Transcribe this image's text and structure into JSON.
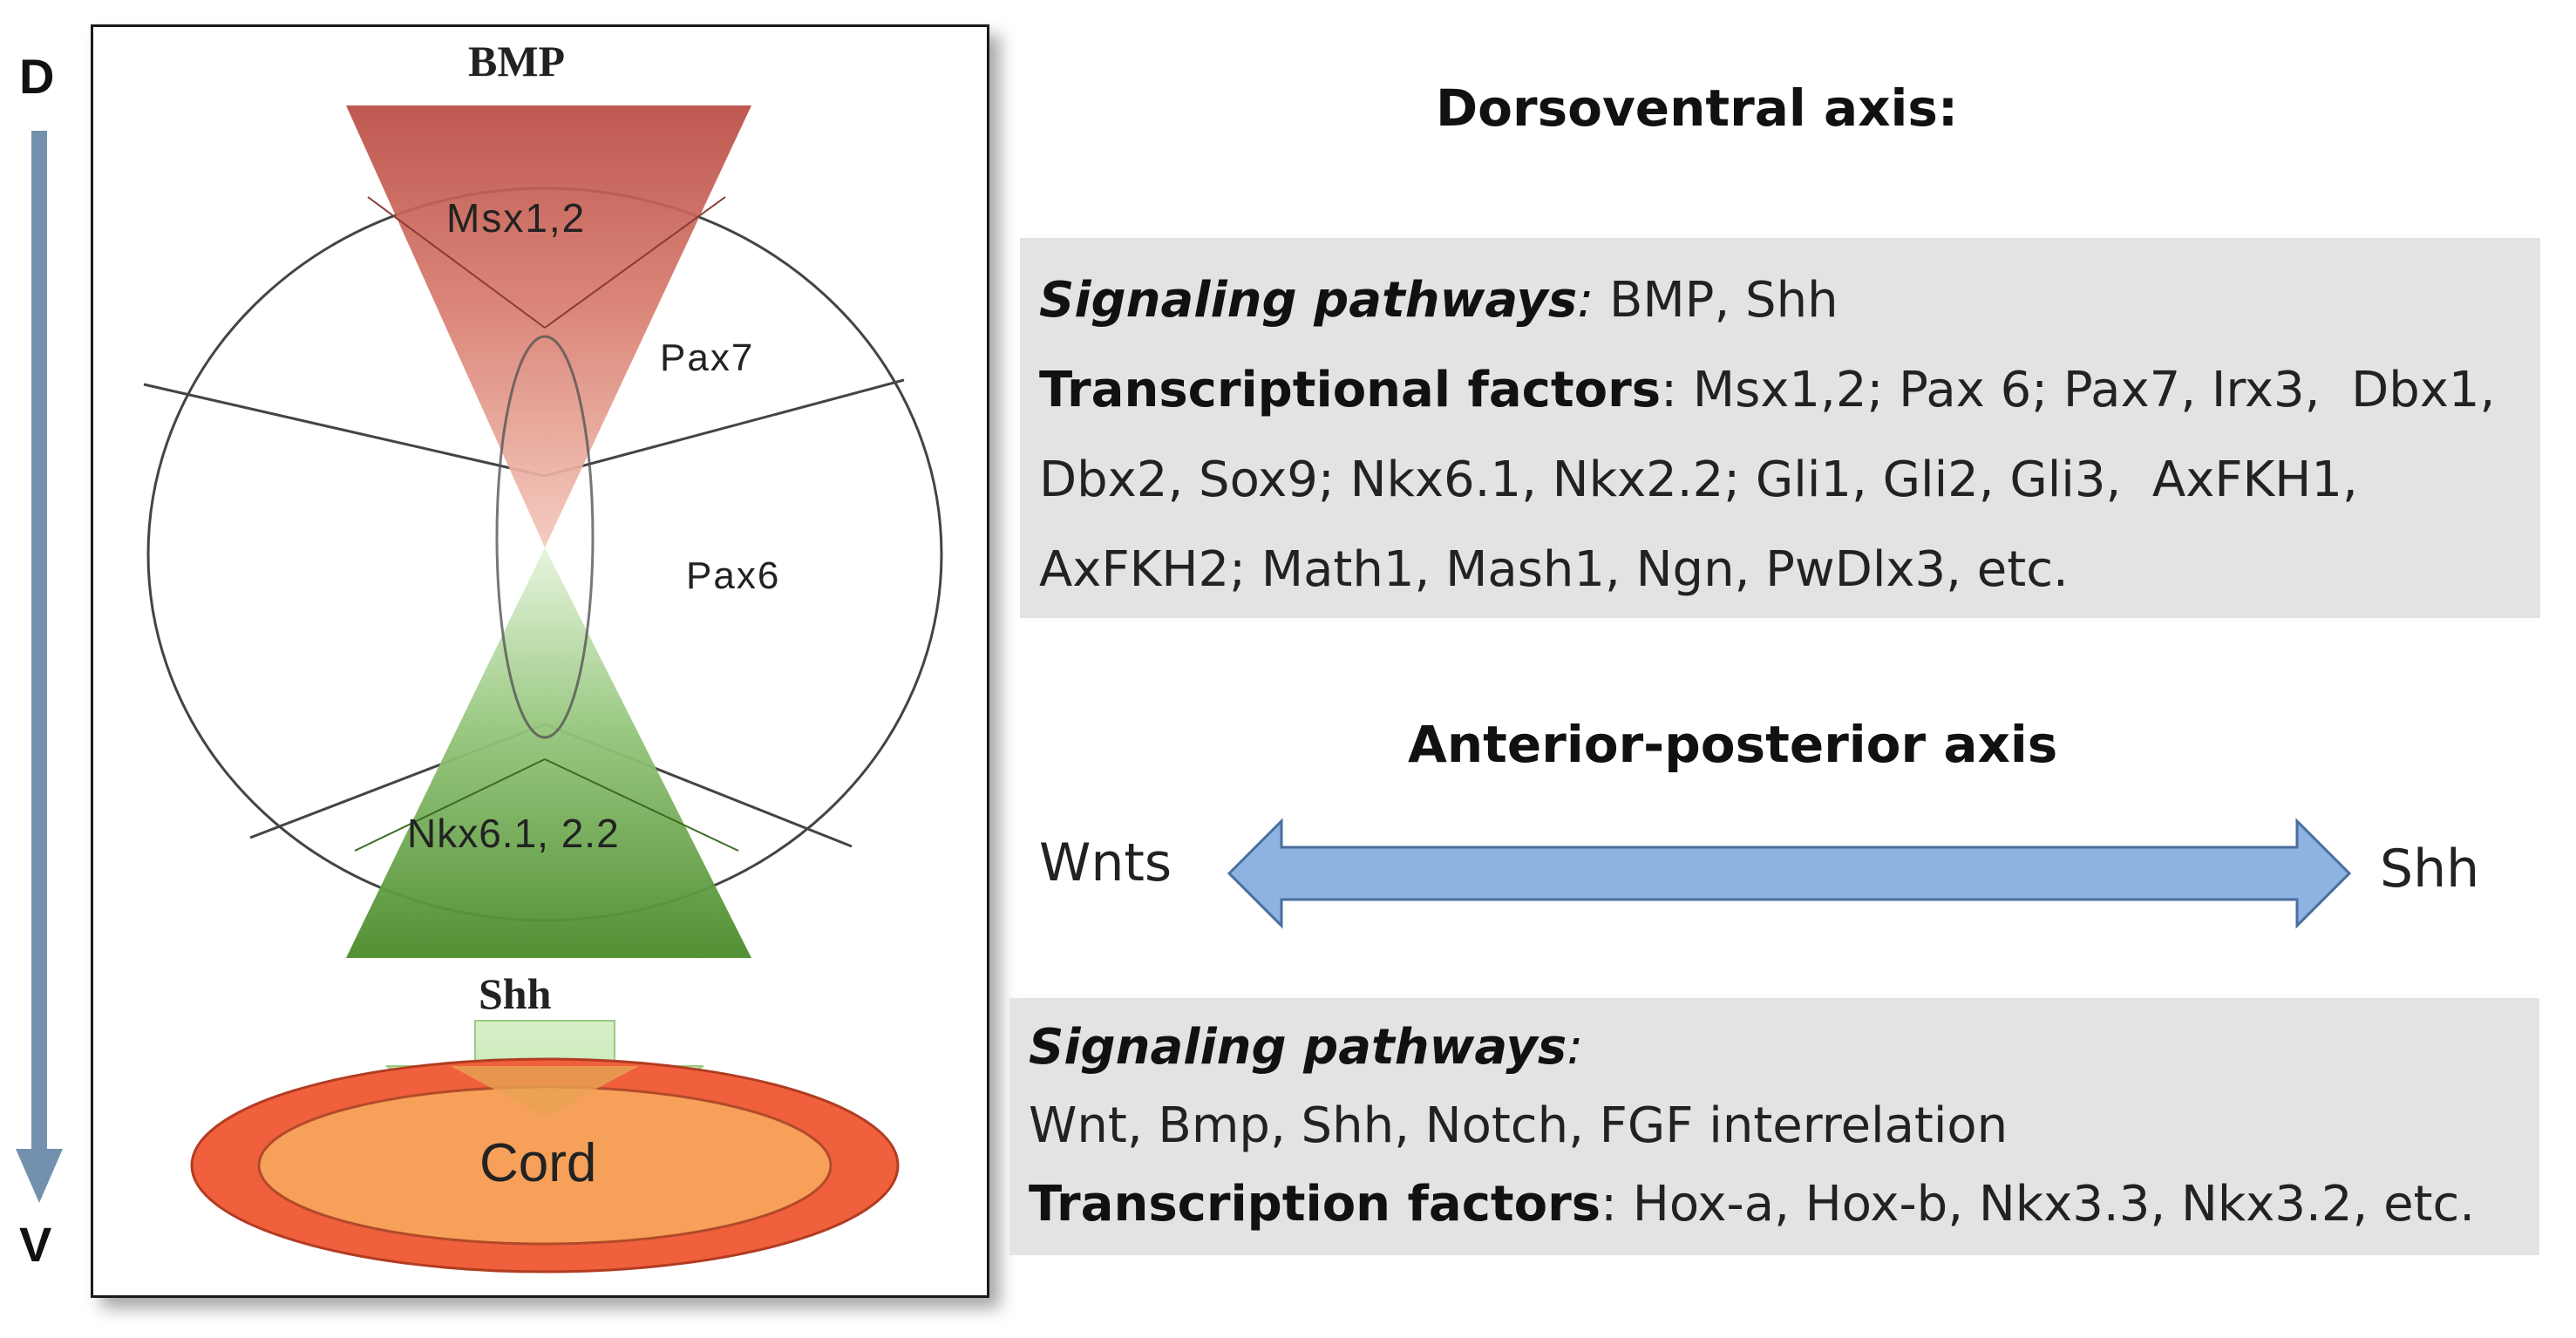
{
  "axis": {
    "top_label": "D",
    "bottom_label": "V",
    "arrow_color": "#7391ae"
  },
  "diagram": {
    "top_signal": "BMP",
    "bottom_signal": "Shh",
    "regions": {
      "msx": "Msx1,2",
      "pax7": "Pax7",
      "pax6": "Pax6",
      "nkx": "Nkx6.1, 2.2"
    },
    "cord_label": "Cord",
    "colors": {
      "bmp_gradient": "#c0504d",
      "shh_gradient": "#4a8a2a",
      "cord_outer": "#f0603c",
      "cord_inner": "#f4a460"
    }
  },
  "dorsoventral": {
    "heading": "Dorsoventral axis:",
    "signaling_label": "Signaling pathways",
    "signaling_sep": ":",
    "signaling_value": " BMP, Shh",
    "tf_label": "Transcriptional factors",
    "tf_sep": ":",
    "tf_line1": " Msx1,2; Pax 6; Pax7, Irx3,  Dbx1,",
    "tf_line2": "Dbx2, Sox9; Nkx6.1, Nkx2.2; Gli1, Gli2, Gli3,  AxFKH1,",
    "tf_line3": "AxFKH2; Math1, Mash1, Ngn, PwDlx3, etc."
  },
  "anterior_posterior": {
    "heading": "Anterior-posterior axis",
    "left_label": "Wnts",
    "right_label": "Shh",
    "arrow_color": "#8db3e2",
    "signaling_label": "Signaling pathways",
    "signaling_sep": ":",
    "signaling_value": "Wnt, Bmp, Shh, Notch, FGF interrelation",
    "tf_label": "Transcription factors",
    "tf_sep": ":",
    "tf_value": " Hox-a, Hox-b, Nkx3.3, Nkx3.2, etc."
  }
}
